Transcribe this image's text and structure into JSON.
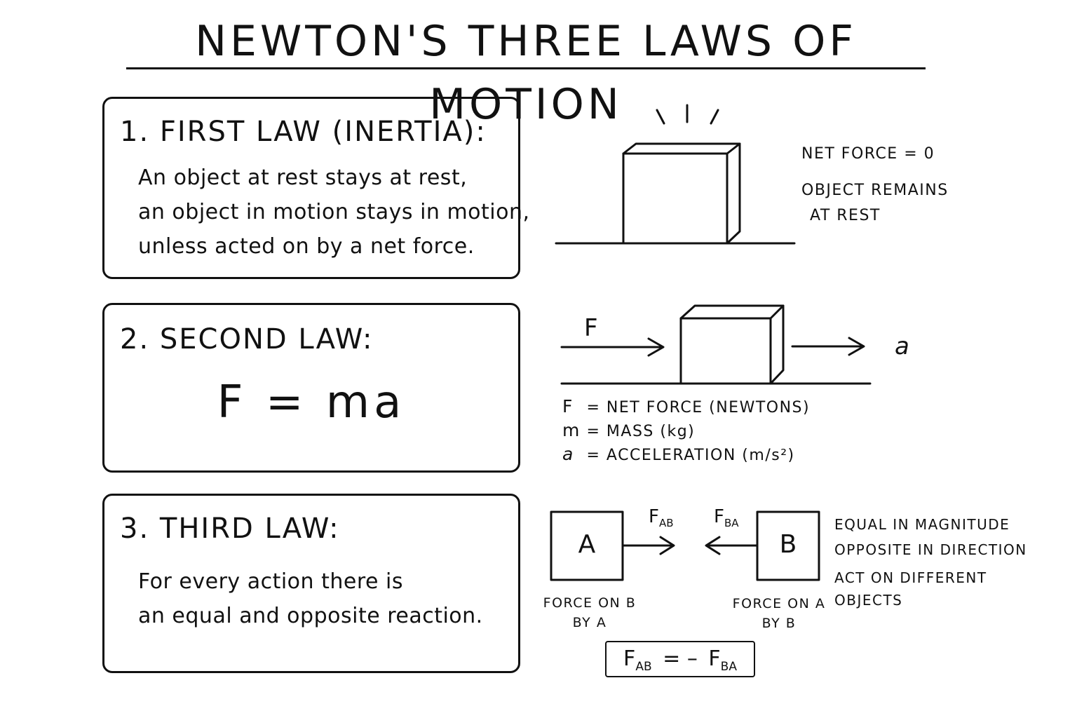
{
  "title": "NEWTON'S THREE LAWS OF MOTION",
  "law1": {
    "heading": "1. FIRST LAW (INERTIA):",
    "lines": [
      "An object at rest stays at rest,",
      "an object in motion stays in motion,",
      "unless acted on by a net force."
    ],
    "caption_net_force": "NET FORCE = 0",
    "caption_remains": [
      "OBJECT REMAINS",
      "AT REST"
    ]
  },
  "law2": {
    "heading": "2. SECOND LAW:",
    "formula": "F = ma",
    "force_label": "F",
    "accel_label": "a",
    "legend": [
      {
        "symbol": "F",
        "text": "= NET FORCE (NEWTONS)"
      },
      {
        "symbol": "m",
        "text": "= MASS (kg)"
      },
      {
        "symbol": "a",
        "text": "= ACCELERATION (m/s²)"
      }
    ]
  },
  "law3": {
    "heading": "3. THIRD LAW:",
    "lines": [
      "For every action there is",
      "an equal and opposite reaction."
    ],
    "box_a": "A",
    "box_b": "B",
    "force_ab": {
      "base": "F",
      "sub": "AB"
    },
    "force_ba": {
      "base": "F",
      "sub": "BA"
    },
    "caption_a": [
      "FORCE ON B",
      "BY A"
    ],
    "caption_b": [
      "FORCE ON A",
      "BY B"
    ],
    "properties": [
      "EQUAL IN MAGNITUDE",
      "OPPOSITE IN DIRECTION",
      "ACT ON DIFFERENT",
      "OBJECTS"
    ],
    "equation": {
      "lhs": "F",
      "lhs_sub": "AB",
      "op": "= –",
      "rhs": "F",
      "rhs_sub": "BA"
    }
  }
}
